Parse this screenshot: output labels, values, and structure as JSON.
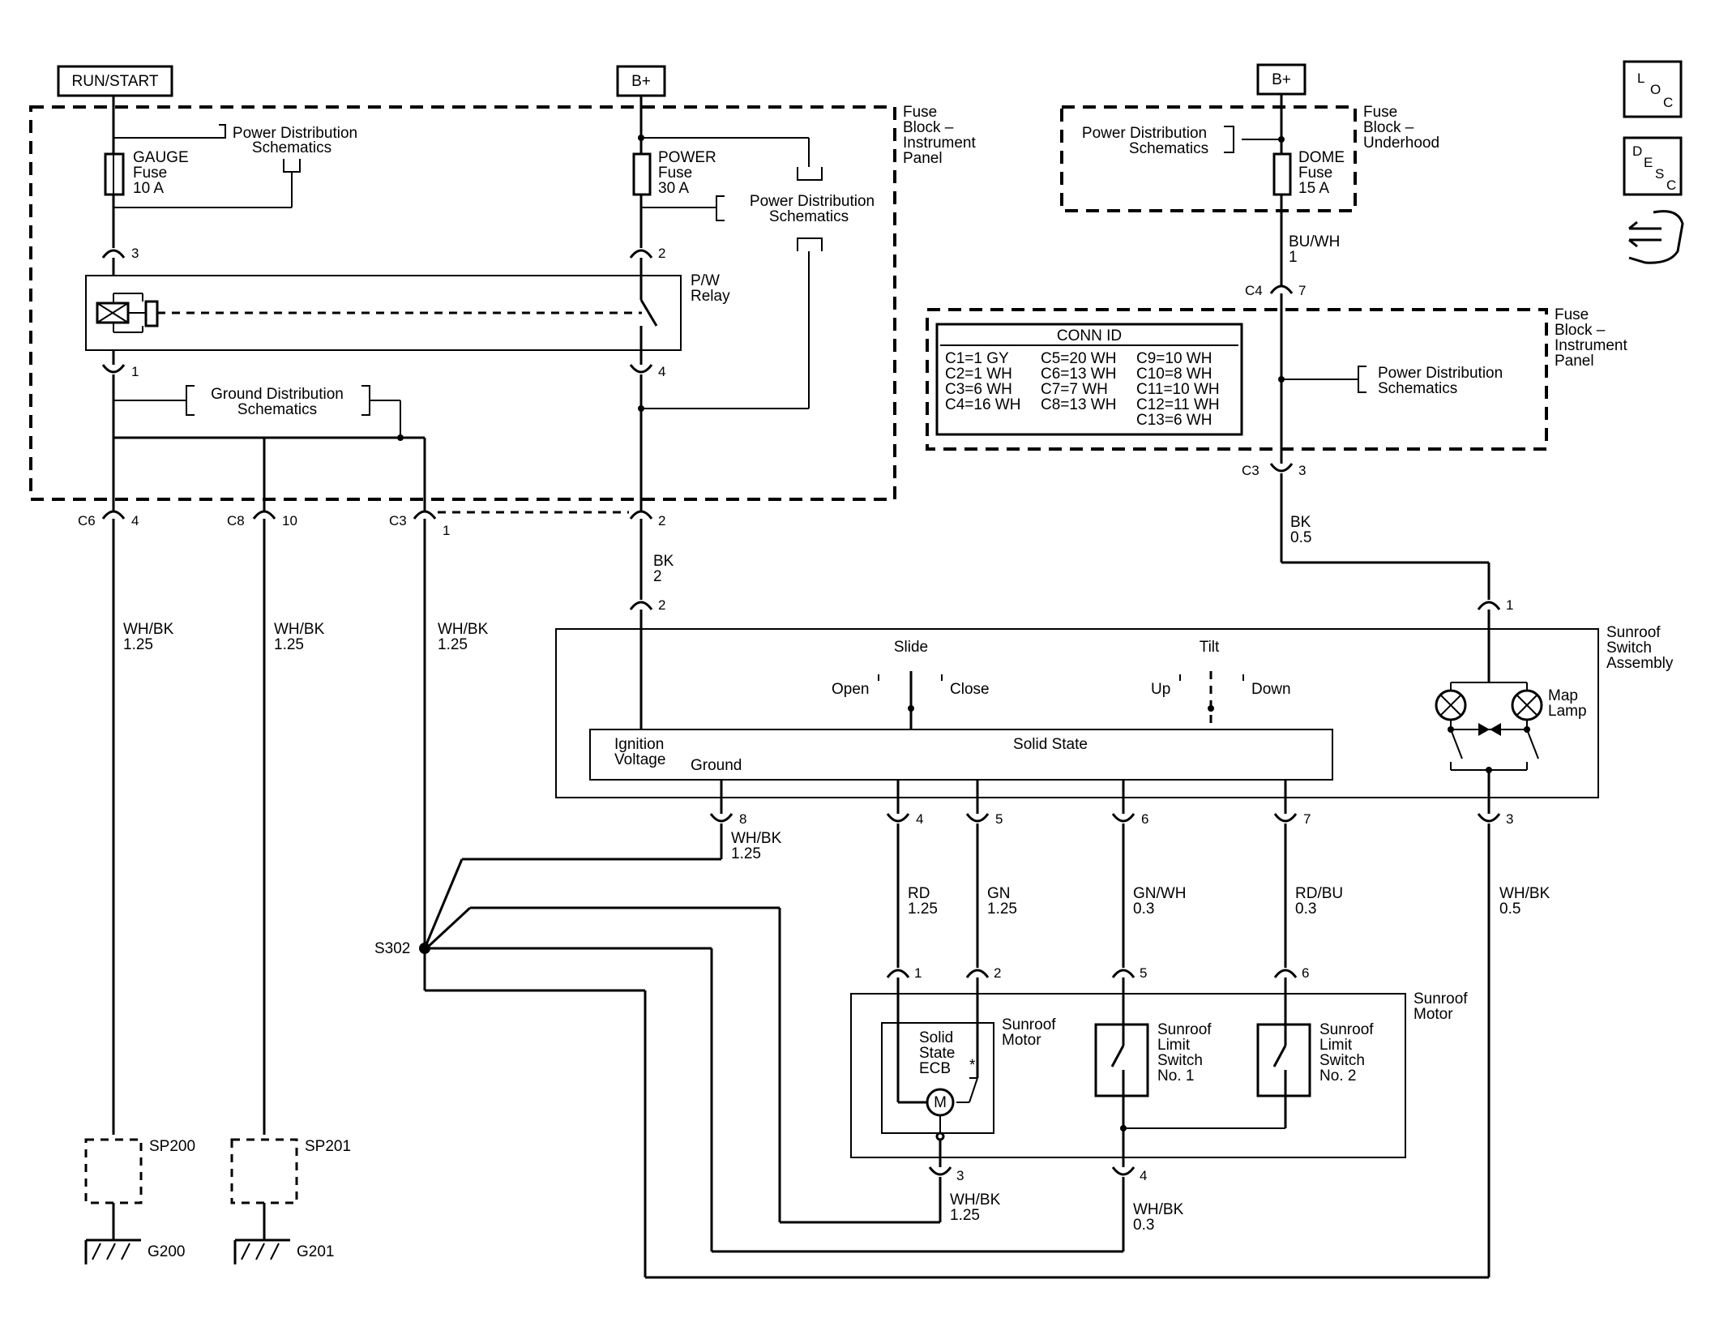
{
  "supply": {
    "run_start": "RUN/START",
    "bplus1": "B+",
    "bplus2": "B+"
  },
  "nav_icons": {
    "loc": [
      "L",
      "O",
      "C"
    ],
    "desc": [
      "D",
      "E",
      "S",
      "C"
    ],
    "loc_icon": "location-icon",
    "desc_icon": "description-icon",
    "back_icon": "hand-pointer-icon"
  },
  "fuse_block_ip": [
    "Fuse",
    "Block –",
    "Instrument",
    "Panel"
  ],
  "fuse_block_uh": [
    "Fuse",
    "Block –",
    "Underhood"
  ],
  "pds": [
    "Power Distribution",
    "Schematics"
  ],
  "gds": [
    "Ground Distribution",
    "Schematics"
  ],
  "gauge_fuse": [
    "GAUGE",
    "Fuse",
    "10 A"
  ],
  "power_fuse": [
    "POWER",
    "Fuse",
    "30 A"
  ],
  "dome_fuse": [
    "DOME",
    "Fuse",
    "15 A"
  ],
  "relay": [
    "P/W",
    "Relay"
  ],
  "conn_id": {
    "title": "CONN ID",
    "col1": [
      "C1=1 GY",
      "C2=1 WH",
      "C3=6 WH",
      "C4=16 WH"
    ],
    "col2": [
      "C5=20 WH",
      "C6=13 WH",
      "C7=7 WH",
      "C8=13 WH"
    ],
    "col3": [
      "C9=10 WH",
      "C10=8 WH",
      "C11=10 WH",
      "C12=11 WH",
      "C13=6 WH"
    ]
  },
  "pins": {
    "p3": "3",
    "p2": "2",
    "p1": "1",
    "p4": "4",
    "c6": "C6",
    "c6p": "4",
    "c8": "C8",
    "c8p": "10",
    "c3": "C3",
    "c3p": "1",
    "c3p2": "2",
    "c4": "C4",
    "c4p": "7",
    "c3b": "C3",
    "c3bp": "3",
    "sw2": "2",
    "sw1": "1",
    "sw8": "8",
    "sw4": "4",
    "sw5": "5",
    "sw6": "6",
    "sw7": "7",
    "sw3": "3",
    "m1": "1",
    "m2": "2",
    "m5": "5",
    "m6": "6",
    "m3": "3",
    "m4": "4"
  },
  "wires": {
    "bk2": [
      "BK",
      "2"
    ],
    "buwh": [
      "BU/WH",
      "1"
    ],
    "bk05": [
      "BK",
      "0.5"
    ],
    "whbk125a": [
      "WH/BK",
      "1.25"
    ],
    "whbk125b": [
      "WH/BK",
      "1.25"
    ],
    "whbk125c": [
      "WH/BK",
      "1.25"
    ],
    "whbk125d": [
      "WH/BK",
      "1.25"
    ],
    "rd": [
      "RD",
      "1.25"
    ],
    "gn": [
      "GN",
      "1.25"
    ],
    "gnwh": [
      "GN/WH",
      "0.3"
    ],
    "rdbu": [
      "RD/BU",
      "0.3"
    ],
    "whbk05": [
      "WH/BK",
      "0.5"
    ],
    "whbk125e": [
      "WH/BK",
      "1.25"
    ],
    "whbk03": [
      "WH/BK",
      "0.3"
    ]
  },
  "switch_assy": {
    "name": [
      "Sunroof",
      "Switch",
      "Assembly"
    ],
    "slide": "Slide",
    "open": "Open",
    "close": "Close",
    "tilt": "Tilt",
    "up": "Up",
    "down": "Down",
    "ign": [
      "Ignition",
      "Voltage"
    ],
    "ground": "Ground",
    "solid": "Solid State",
    "map_lamp": [
      "Map",
      "Lamp"
    ]
  },
  "motor_assy": {
    "name": [
      "Sunroof",
      "Motor"
    ],
    "ecb": [
      "Solid",
      "State",
      "ECB"
    ],
    "motor_lbl": [
      "Sunroof",
      "Motor"
    ],
    "m": "M",
    "star": "*",
    "lim1": [
      "Sunroof",
      "Limit",
      "Switch",
      "No. 1"
    ],
    "lim2": [
      "Sunroof",
      "Limit",
      "Switch",
      "No. 2"
    ]
  },
  "splice": "S302",
  "sp200": "SP200",
  "sp201": "SP201",
  "g200": "G200",
  "g201": "G201"
}
